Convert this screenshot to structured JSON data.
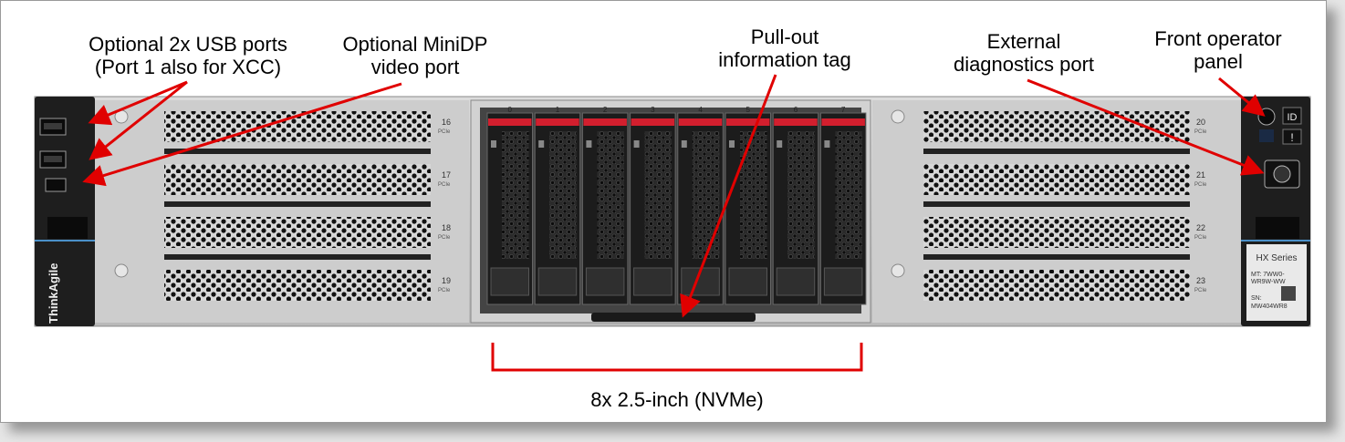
{
  "callouts": {
    "usb_line1": "Optional 2x USB ports",
    "usb_line2": "(Port 1 also for XCC)",
    "minidp_line1": "Optional MiniDP",
    "minidp_line2": "video port",
    "tag_line1": "Pull-out",
    "tag_line2": "information tag",
    "diag_line1": "External",
    "diag_line2": "diagnostics port",
    "panel_line1": "Front operator",
    "panel_line2": "panel",
    "drives": "8x 2.5-inch (NVMe)"
  },
  "server": {
    "brand": "ThinkAgile",
    "series": "HX Series",
    "mt_line1": "MT: 7WW0-",
    "mt_line2": "WR9W-WW",
    "sn_line1": "SN:",
    "sn_line2": "MW404WR8",
    "id_button": "ID",
    "fault_icon": "!",
    "pcie_label": "PCIe",
    "left_slots": [
      "16",
      "17",
      "18",
      "19"
    ],
    "right_slots": [
      "20",
      "21",
      "22",
      "23"
    ],
    "bay_numbers": [
      "0",
      "1",
      "2",
      "3",
      "4",
      "5",
      "6",
      "7"
    ]
  },
  "colors": {
    "callout_red": "#e00000",
    "chassis_silver": "#c4c4c4",
    "ear_black": "#1e1e1e",
    "bay_accent": "#d21f2e"
  }
}
